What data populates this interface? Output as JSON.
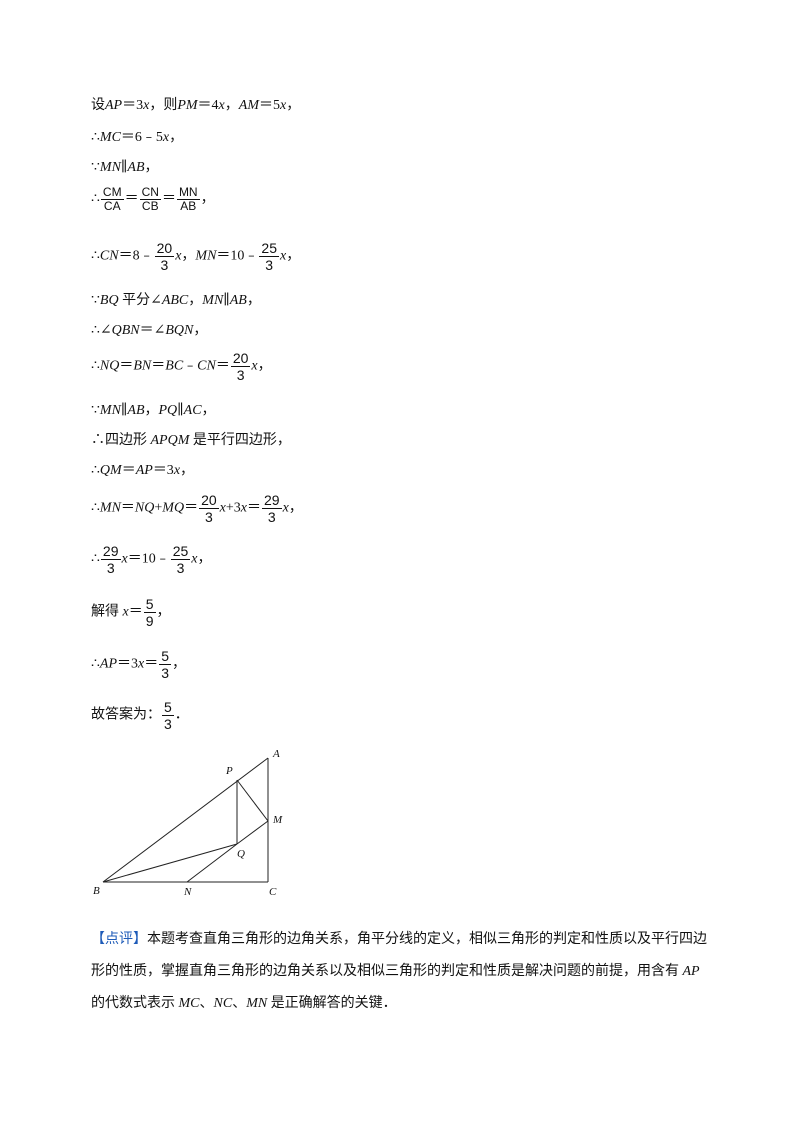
{
  "lines": {
    "l1": {
      "t1": "设",
      "v1": "AP",
      "t2": "＝3",
      "v2": "x",
      "t3": "，则",
      "v3": "PM",
      "t4": "＝4",
      "v4": "x",
      "t5": "，",
      "v5": "AM",
      "t6": "＝5",
      "v6": "x",
      "t7": "，"
    },
    "l2": {
      "t1": "∴",
      "v1": "MC",
      "t2": "＝6﹣5",
      "v2": "x",
      "t3": "，"
    },
    "l3": {
      "t1": "∵",
      "v1": "MN",
      "t2": "∥",
      "v2": "AB",
      "t3": "，"
    },
    "l4": {
      "t1": "∴",
      "f1n": "CM",
      "f1d": "CA",
      "eq1": "＝",
      "f2n": "CN",
      "f2d": "CB",
      "eq2": "＝",
      "f3n": "MN",
      "f3d": "AB",
      "t2": "，"
    },
    "l5": {
      "t1": "∴",
      "v1": "CN",
      "t2": "＝8﹣",
      "fn1": "20",
      "fd1": "3",
      "v2": "x",
      "t3": "，",
      "v3": "MN",
      "t4": "＝10﹣",
      "fn2": "25",
      "fd2": "3",
      "v4": "x",
      "t5": "，"
    },
    "l6": {
      "t1": "∵",
      "v1": "BQ",
      "t2": " 平分∠",
      "v2": "ABC",
      "t3": "，",
      "v3": "MN",
      "t4": "∥",
      "v4": "AB",
      "t5": "，"
    },
    "l7": {
      "t1": "∴∠",
      "v1": "QBN",
      "t2": "＝∠",
      "v2": "BQN",
      "t3": "，"
    },
    "l8": {
      "t1": "∴",
      "v1": "NQ",
      "t2": "＝",
      "v2": "BN",
      "t3": "＝",
      "v3": "BC",
      "t4": "﹣",
      "v4": "CN",
      "t5": "＝",
      "fn1": "20",
      "fd1": "3",
      "v5": "x",
      "t6": "，"
    },
    "l9": {
      "t1": "∵",
      "v1": "MN",
      "t2": "∥",
      "v2": "AB",
      "t3": "，",
      "v3": "PQ",
      "t4": "∥",
      "v4": "AC",
      "t5": "，"
    },
    "l10": {
      "t1": "∴四边形 ",
      "v1": "APQM",
      "t2": " 是平行四边形，"
    },
    "l11": {
      "t1": "∴",
      "v1": "QM",
      "t2": "＝",
      "v2": "AP",
      "t3": "＝3",
      "v3": "x",
      "t4": "，"
    },
    "l12": {
      "t1": "∴",
      "v1": "MN",
      "t2": "＝",
      "v2": "NQ",
      "t3": "+",
      "v3": "MQ",
      "t4": "＝",
      "fn1": "20",
      "fd1": "3",
      "v4": "x",
      "t5": "+3",
      "v5": "x",
      "t6": "＝",
      "fn2": "29",
      "fd2": "3",
      "v6": "x",
      "t7": "，"
    },
    "l13": {
      "t1": "∴",
      "fn1": "29",
      "fd1": "3",
      "v1": "x",
      "t2": "＝10﹣",
      "fn2": "25",
      "fd2": "3",
      "v2": "x",
      "t3": "，"
    },
    "l14": {
      "t1": "解得 ",
      "v1": "x",
      "t2": "＝",
      "fn1": "5",
      "fd1": "9",
      "t3": "，"
    },
    "l15": {
      "t1": "∴",
      "v1": "AP",
      "t2": "＝3",
      "v2": "x",
      "t3": "＝",
      "fn1": "5",
      "fd1": "3",
      "t4": "，"
    },
    "l16": {
      "t1": "故答案为：",
      "fn1": "5",
      "fd1": "3",
      "t2": "．"
    }
  },
  "figure": {
    "A": "A",
    "P": "P",
    "M": "M",
    "Q": "Q",
    "B": "B",
    "N": "N",
    "C": "C"
  },
  "comment": {
    "tag": "【点评】",
    "p1": "本题考查直角三角形的边角关系，角平分线的定义，相似三角形的判定和性质以及平行四边形的性质，掌握直角三角形的边角关系以及相似三角形的判定和性质是解决问题的前提，用含有 ",
    "v1": "AP",
    "p2": " 的代数式表示 ",
    "v2": "MC",
    "p3": "、",
    "v3": "NC",
    "p4": "、",
    "v4": "MN",
    "p5": " 是正确解答的关键．"
  }
}
